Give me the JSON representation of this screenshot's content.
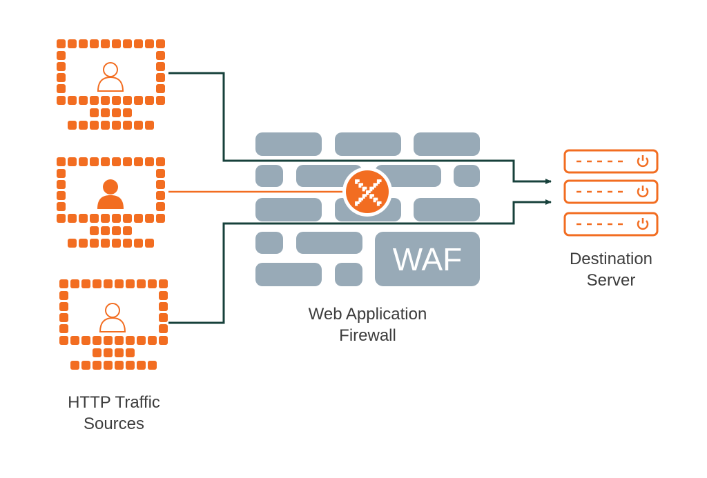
{
  "colors": {
    "accent": "#f26d21",
    "wall": "#98aab7",
    "connector": "#17413b",
    "text": "#3c3c3c",
    "background": "#ffffff"
  },
  "sources": {
    "label_line1": "HTTP Traffic",
    "label_line2": "Sources",
    "items": [
      {
        "name": "source-top",
        "icon": "user-outline-icon",
        "blocked": false
      },
      {
        "name": "source-middle",
        "icon": "user-filled-icon",
        "blocked": true
      },
      {
        "name": "source-bottom",
        "icon": "user-outline-icon",
        "blocked": false
      }
    ]
  },
  "waf": {
    "badge_text": "WAF",
    "label_line1": "Web Application",
    "label_line2": "Firewall",
    "block_icon": "block-x-icon"
  },
  "server": {
    "label_line1": "Destination",
    "label_line2": "Server",
    "icon": "server-rack-icon"
  }
}
